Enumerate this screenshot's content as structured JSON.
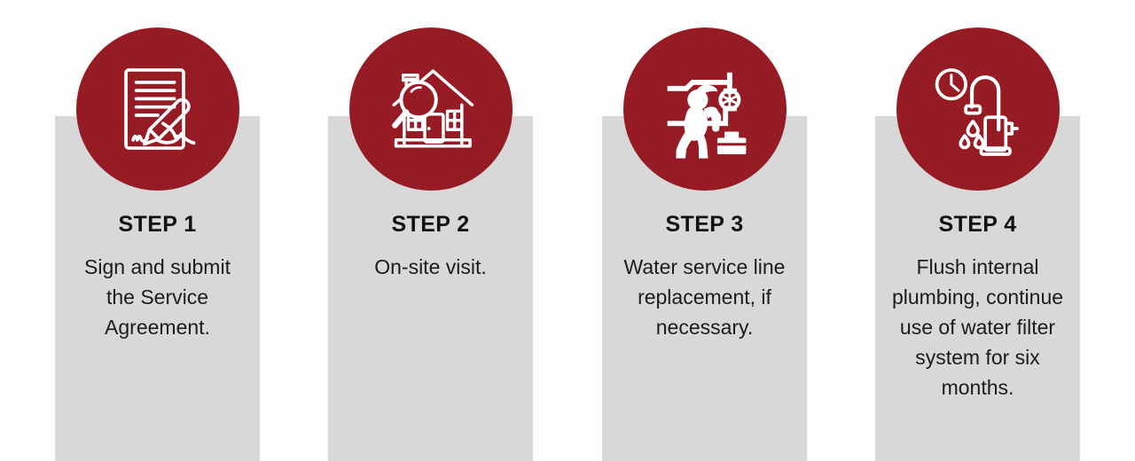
{
  "theme": {
    "background_color": "#fdfdfd",
    "panel_color": "#d8d8d8",
    "badge_color": "#961b24",
    "icon_color": "#ffffff",
    "heading_color": "#111111",
    "body_color": "#1c1c1c"
  },
  "steps": [
    {
      "heading": "STEP 1",
      "body": "Sign and submit the Service Agreement.",
      "icon": "document-signing-icon"
    },
    {
      "heading": "STEP 2",
      "body": "On-site visit.",
      "icon": "house-inspection-icon"
    },
    {
      "heading": "STEP 3",
      "body": "Water service line replacement, if necessary.",
      "icon": "plumber-pipe-repair-icon"
    },
    {
      "heading": "STEP 4",
      "body": "Flush internal plumbing, continue use of water filter system for six months.",
      "icon": "faucet-filter-clock-icon"
    }
  ]
}
